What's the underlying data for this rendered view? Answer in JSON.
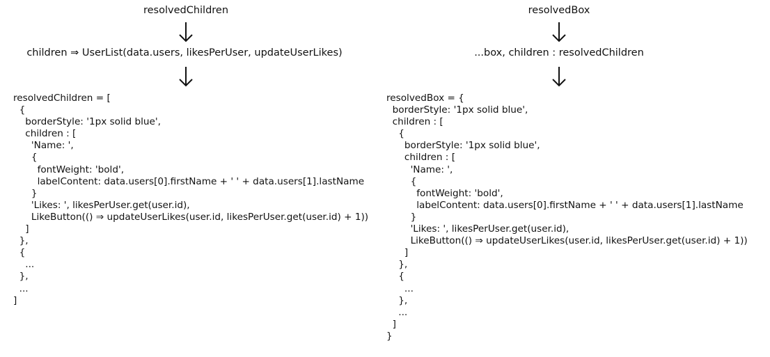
{
  "left": {
    "top_label": "resolvedChildren",
    "transform_label": "children ⇒ UserList(data.users, likesPerUser, updateUserLikes)",
    "code_lines": [
      "resolvedChildren = [",
      "  {",
      "    borderStyle: '1px solid blue',",
      "    children : [",
      "      'Name: ',",
      "      {",
      "        fontWeight: 'bold',",
      "        labelContent: data.users[0].firstName + ' ' + data.users[1].lastName",
      "      }",
      "      'Likes: ', likesPerUser.get(user.id),",
      "      LikeButton(() ⇒ updateUserLikes(user.id, likesPerUser.get(user.id) + 1))",
      "    ]",
      "  },",
      "  {",
      "    ...",
      "  },",
      "  ...",
      "]"
    ]
  },
  "right": {
    "top_label": "resolvedBox",
    "transform_label": "...box, children : resolvedChildren",
    "code_lines": [
      "resolvedBox = {",
      "  borderStyle: '1px solid blue',",
      "  children : [",
      "    {",
      "      borderStyle: '1px solid blue',",
      "      children : [",
      "        'Name: ',",
      "        {",
      "          fontWeight: 'bold',",
      "          labelContent: data.users[0].firstName + ' ' + data.users[1].lastName",
      "        }",
      "        'Likes: ', likesPerUser.get(user.id),",
      "        LikeButton(() ⇒ updateUserLikes(user.id, likesPerUser.get(user.id) + 1))",
      "      ]",
      "    },",
      "    {",
      "      ...",
      "    },",
      "    ...",
      "  ]",
      "}"
    ]
  }
}
